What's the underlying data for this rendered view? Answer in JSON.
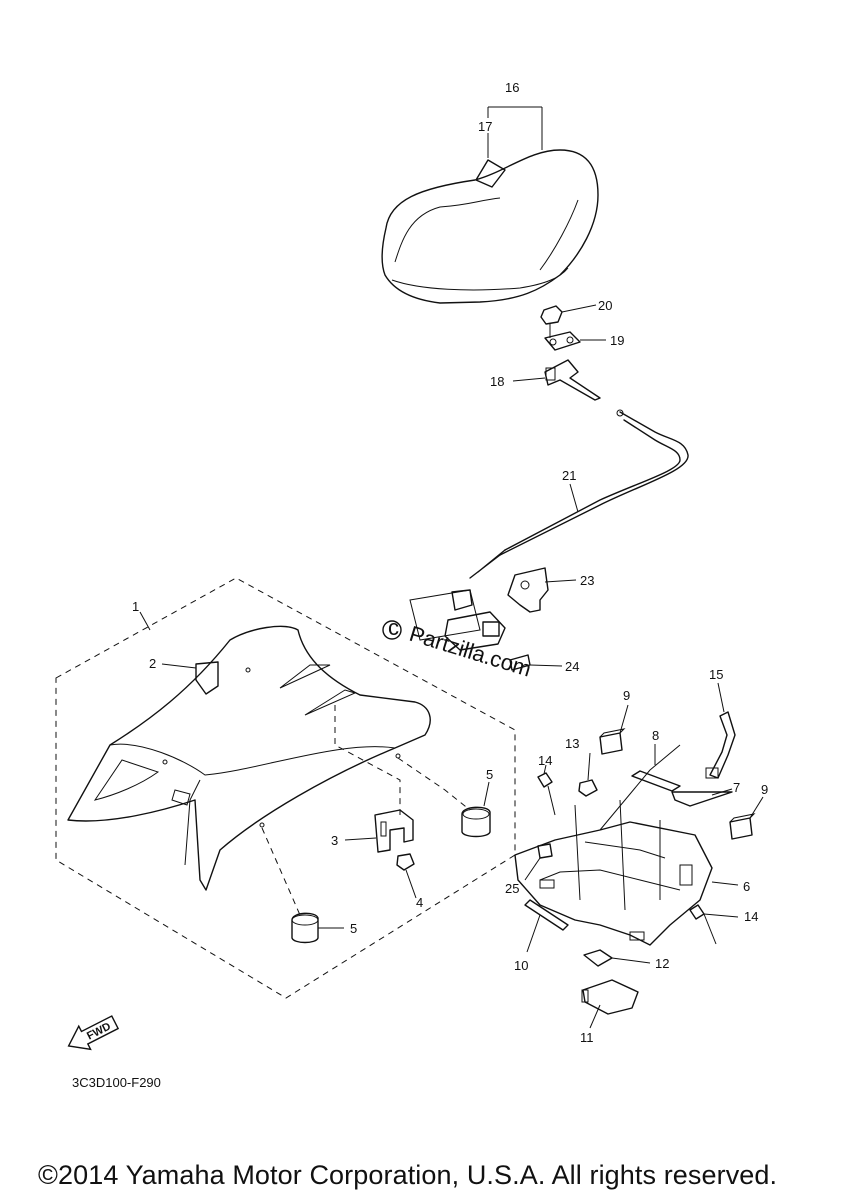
{
  "callouts": [
    {
      "id": "c1",
      "label": "1"
    },
    {
      "id": "c2",
      "label": "2"
    },
    {
      "id": "c3",
      "label": "3"
    },
    {
      "id": "c4",
      "label": "4"
    },
    {
      "id": "c5a",
      "label": "5"
    },
    {
      "id": "c5b",
      "label": "5"
    },
    {
      "id": "c6",
      "label": "6"
    },
    {
      "id": "c7",
      "label": "7"
    },
    {
      "id": "c8",
      "label": "8"
    },
    {
      "id": "c9a",
      "label": "9"
    },
    {
      "id": "c9b",
      "label": "9"
    },
    {
      "id": "c10",
      "label": "10"
    },
    {
      "id": "c11",
      "label": "11"
    },
    {
      "id": "c12",
      "label": "12"
    },
    {
      "id": "c13",
      "label": "13"
    },
    {
      "id": "c14a",
      "label": "14"
    },
    {
      "id": "c14b",
      "label": "14"
    },
    {
      "id": "c15",
      "label": "15"
    },
    {
      "id": "c16",
      "label": "16"
    },
    {
      "id": "c17",
      "label": "17"
    },
    {
      "id": "c18",
      "label": "18"
    },
    {
      "id": "c19",
      "label": "19"
    },
    {
      "id": "c20",
      "label": "20"
    },
    {
      "id": "c21",
      "label": "21"
    },
    {
      "id": "c23",
      "label": "23"
    },
    {
      "id": "c24",
      "label": "24"
    },
    {
      "id": "c25",
      "label": "25"
    }
  ],
  "fwd_label": "FWD",
  "watermark": "Partzilla.com",
  "diagram_code": "3C3D100-F290",
  "copyright": "©2014 Yamaha Motor Corporation, U.S.A. All rights reserved."
}
